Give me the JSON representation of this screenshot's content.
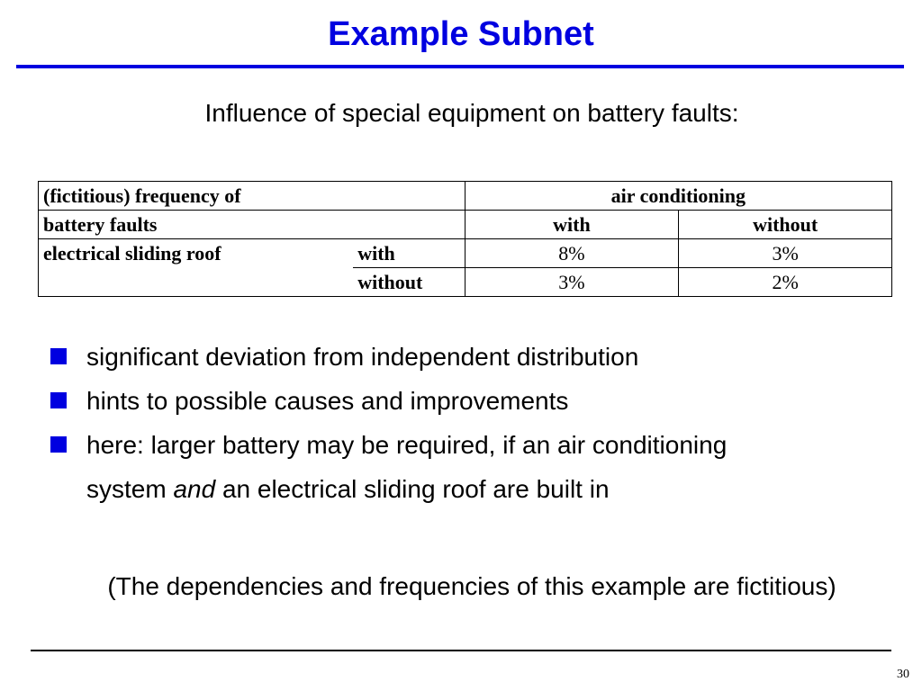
{
  "slide": {
    "title": "Example Subnet",
    "subtitle": "Influence of special equipment on battery faults:",
    "page_number": "30"
  },
  "table": {
    "header_row1_left": "(fictitious) frequency of",
    "header_row1_right": "air conditioning",
    "header_row2_left": "battery faults",
    "col_with": "with",
    "col_without": "without",
    "row_label": "electrical sliding roof",
    "rows": [
      {
        "label": "with",
        "with": "8%",
        "without": "3%"
      },
      {
        "label": "without",
        "with": "3%",
        "without": "2%"
      }
    ]
  },
  "bullets": [
    "significant deviation from independent distribution",
    "hints to possible causes and improvements"
  ],
  "bullet3": {
    "lead": "here:",
    "text": "larger battery may be required, if an air conditioning",
    "cont_pre": "system",
    "cont_em": "and",
    "cont_post": "an electrical sliding roof are built in"
  },
  "note": "(The dependencies and frequencies of this example are fictitious)",
  "colors": {
    "accent": "#0000e0",
    "text": "#000000",
    "background": "#ffffff"
  },
  "icons": {
    "bullet": "blue-square-bullet-icon"
  }
}
